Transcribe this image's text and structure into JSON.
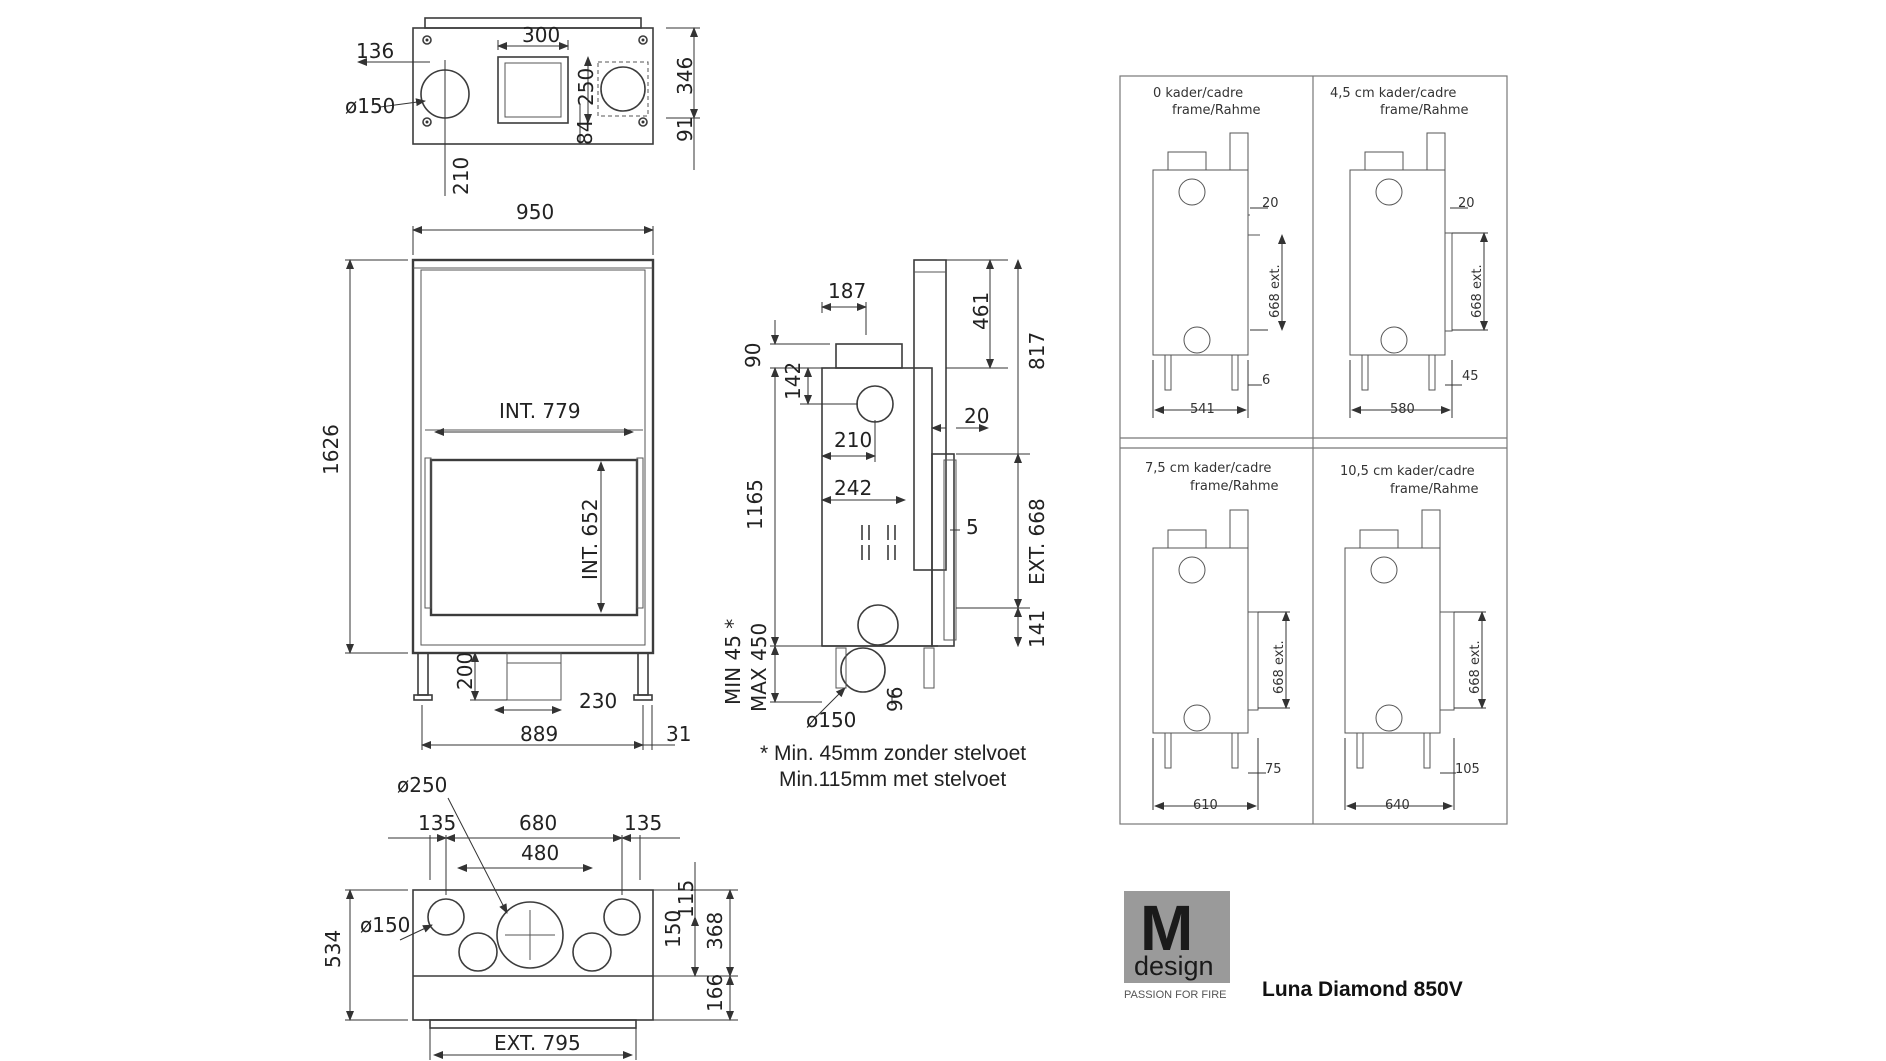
{
  "top_view": {
    "d136": "136",
    "d300": "300",
    "d346": "346",
    "d250": "250",
    "d150": "ø150",
    "d84": "84",
    "d91": "91",
    "d210": "210"
  },
  "front_view": {
    "width": "950",
    "height": "1626",
    "int_width": "INT. 779",
    "int_height": "INT. 652",
    "d200": "200",
    "d230": "230",
    "d889": "889",
    "d31": "31"
  },
  "side_view": {
    "d187": "187",
    "d461": "461",
    "d817": "817",
    "d90": "90",
    "d142": "142",
    "d210": "210",
    "d20": "20",
    "d242": "242",
    "d1165": "1165",
    "d5": "5",
    "ext668": "EXT. 668",
    "d141": "141",
    "min45": "MIN 45 *",
    "max450": "MAX 450",
    "d150": "ø150",
    "d96": "96"
  },
  "note": {
    "line1": "* Min. 45mm zonder stelvoet",
    "line2": "Min.115mm met stelvoet"
  },
  "bottom_view": {
    "d250": "ø250",
    "d135a": "135",
    "d680": "680",
    "d135b": "135",
    "d480": "480",
    "d534": "534",
    "d150": "ø150",
    "d115": "115",
    "d150b": "150",
    "d368": "368",
    "d166": "166",
    "ext795": "EXT. 795"
  },
  "frames": [
    {
      "title1": "0  kader/cadre",
      "title2": "frame/Rahme",
      "gap": "20",
      "ext": "668 ext.",
      "side": "6",
      "width": "541"
    },
    {
      "title1": "4,5 cm  kader/cadre",
      "title2": "frame/Rahme",
      "gap": "20",
      "ext": "668 ext.",
      "side": "45",
      "width": "580"
    },
    {
      "title1": "7,5 cm kader/cadre",
      "title2": "frame/Rahme",
      "ext": "668 ext.",
      "side": "75",
      "width": "610"
    },
    {
      "title1": "10,5 cm kader/cadre",
      "title2": "frame/Rahme",
      "ext": "668 ext.",
      "side": "105",
      "width": "640"
    }
  ],
  "brand": {
    "logo_m": "M",
    "logo_word": "design",
    "tagline": "PASSION FOR FIRE",
    "product": "Luna Diamond 850V"
  }
}
